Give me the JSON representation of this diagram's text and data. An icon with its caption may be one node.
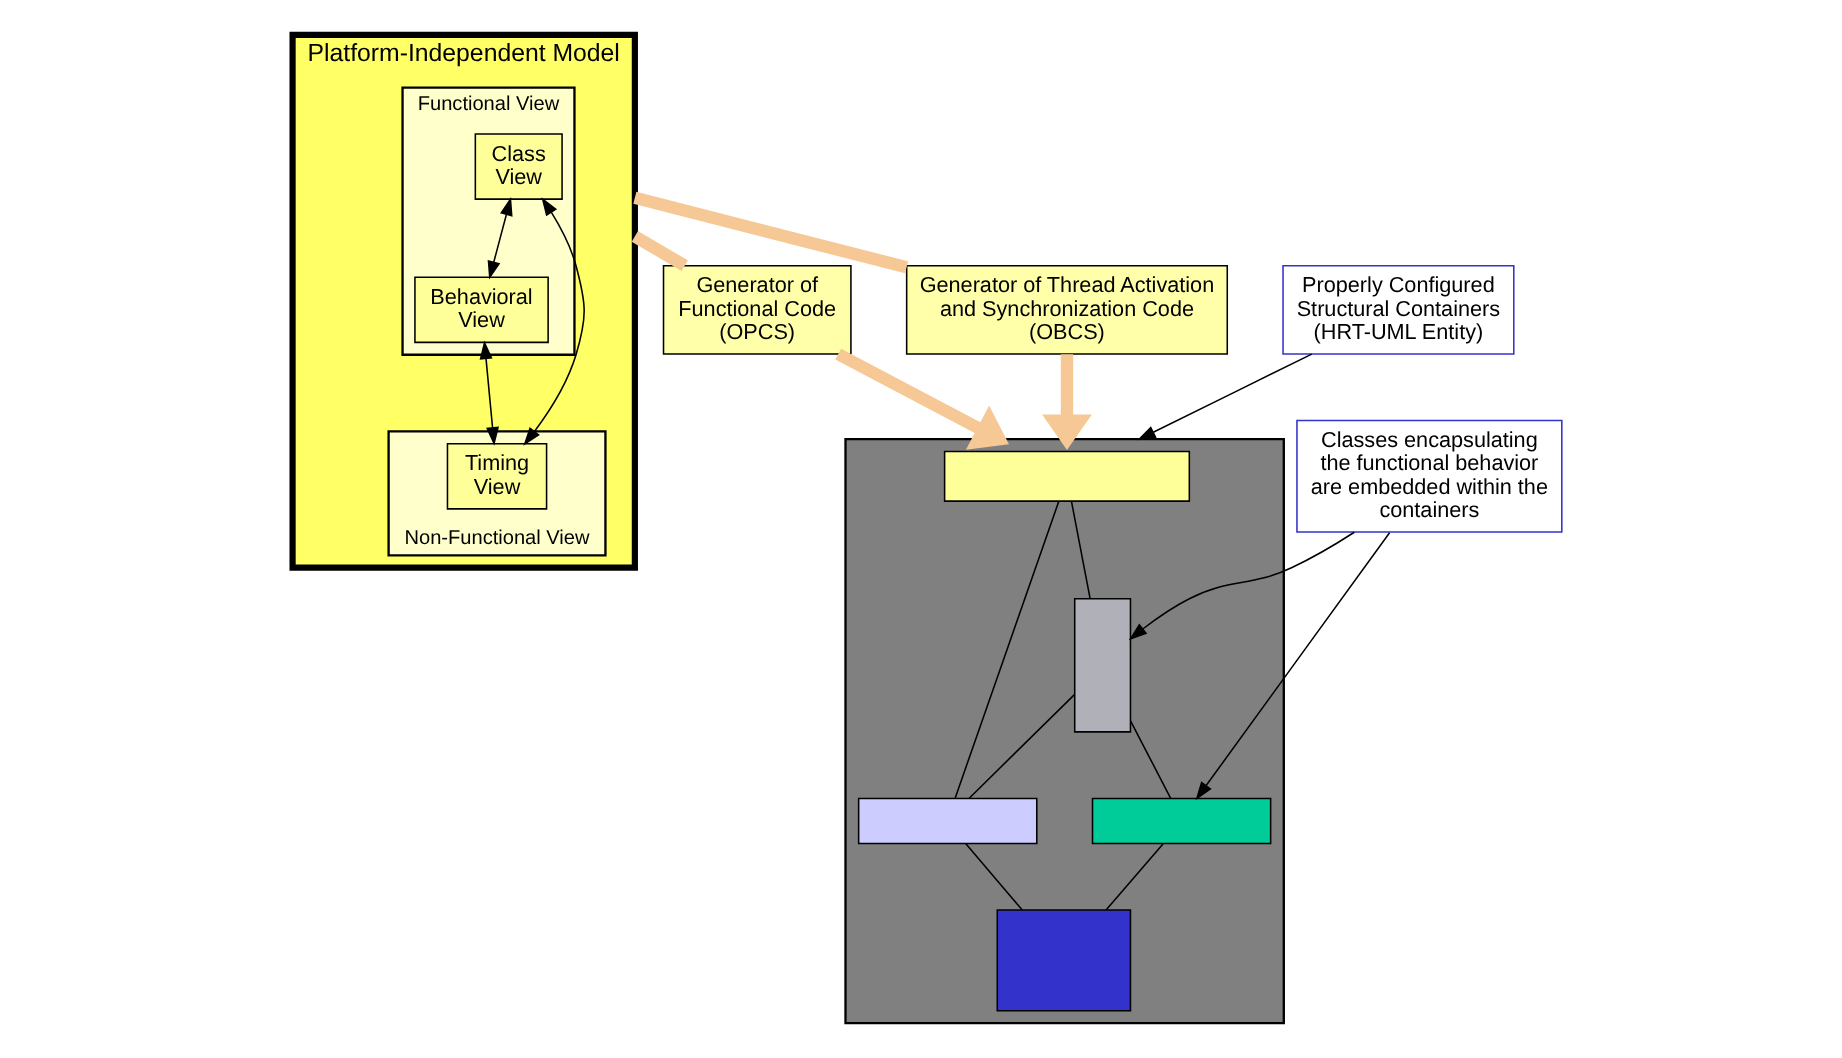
{
  "diagram": {
    "nodes": [
      {
        "text": [
          "Platform-Independent Model"
        ]
      },
      {
        "text": [
          "Functional View"
        ],
        "in": 0
      },
      {
        "text": [
          "Class View"
        ],
        "in": 1
      },
      {
        "text": [
          "Behavioral View"
        ],
        "in": 1
      },
      {
        "text": [
          "Non-Functional View"
        ],
        "in": 0
      },
      {
        "text": [
          "Timing View"
        ],
        "in": 4
      },
      {
        "text": [
          "Generator of Functional Code (OPCS)"
        ]
      },
      {
        "text": [
          "Generator of Thread Activation and Synchronization Code (OBCS)"
        ]
      },
      {
        "text": [],
        "shape": "box"
      },
      {
        "text": [],
        "shape": "box",
        "in": 8
      },
      {
        "text": [],
        "shape": "box",
        "in": 8
      },
      {
        "text": [],
        "shape": "box",
        "in": 8
      },
      {
        "text": [],
        "shape": "box",
        "in": 8
      },
      {
        "text": [],
        "shape": "box",
        "in": 8
      },
      {
        "text": [
          "Classes encapsulating the functional behavior are embedded within the containers"
        ]
      },
      {
        "text": [
          "Properly Configured Structural Containers (HRT-UML Entity)"
        ]
      }
    ],
    "edges": [
      {
        "from": 2,
        "to": 3,
        "arrow": "both"
      },
      {
        "from": 2,
        "to": 5,
        "arrow": "both"
      },
      {
        "from": 3,
        "to": 5,
        "arrow": "both"
      },
      {
        "from": 0,
        "to": 6,
        "arrow": "none",
        "style": "thick",
        "color": "#f5c896"
      },
      {
        "from": 6,
        "to": 8,
        "arrow": "to",
        "style": "thick",
        "color": "#f5c896"
      },
      {
        "from": 0,
        "to": 7,
        "arrow": "none",
        "style": "thick",
        "color": "#f5c896"
      },
      {
        "from": 7,
        "to": 8,
        "arrow": "to",
        "style": "thick",
        "color": "#f5c896"
      },
      {
        "from": 9,
        "to": 10,
        "arrow": "none"
      },
      {
        "from": 9,
        "to": 11,
        "arrow": "none"
      },
      {
        "from": 10,
        "to": 11,
        "arrow": "none"
      },
      {
        "from": 11,
        "to": 12,
        "arrow": "none"
      },
      {
        "from": 10,
        "to": 13,
        "arrow": "none"
      },
      {
        "from": 13,
        "to": 12,
        "arrow": "none"
      },
      {
        "from": 14,
        "to": 10,
        "arrow": "to"
      },
      {
        "from": 14,
        "to": 13,
        "arrow": "to"
      },
      {
        "from": 15,
        "to": 8,
        "arrow": "to"
      }
    ]
  }
}
